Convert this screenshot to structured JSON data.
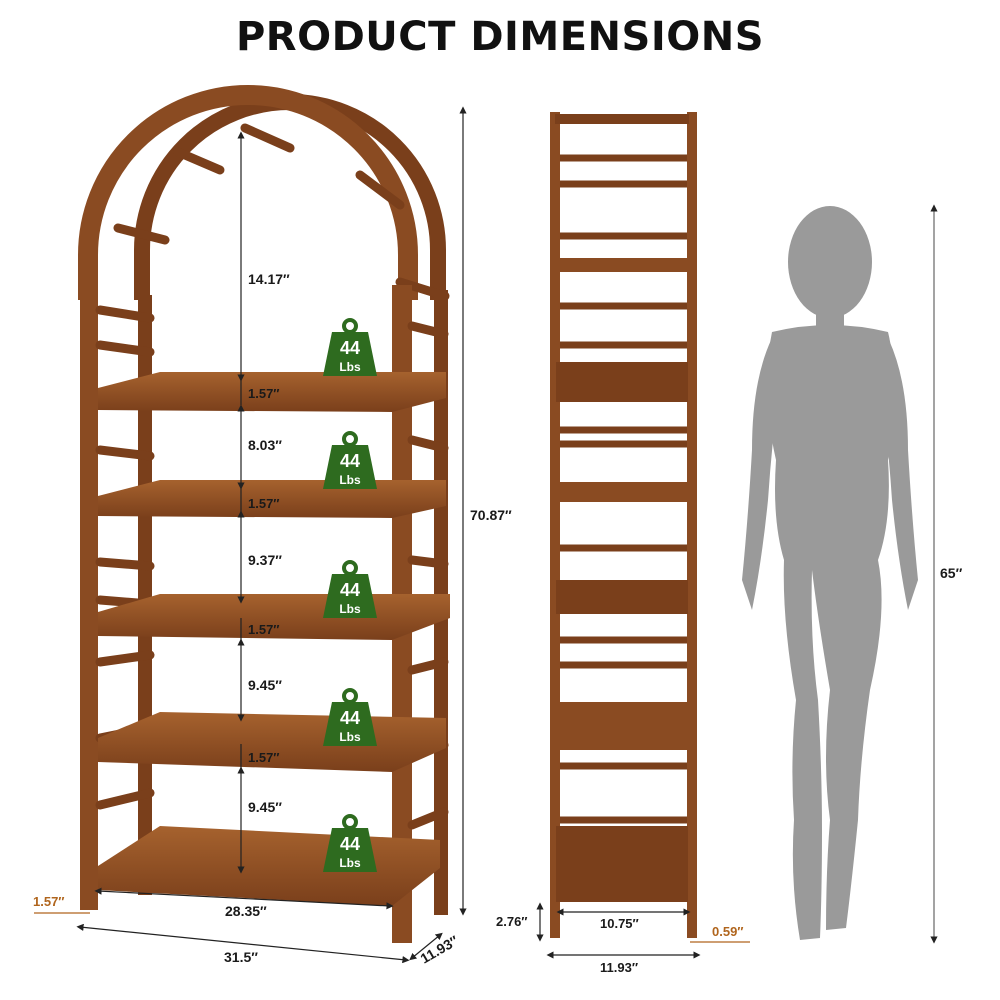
{
  "title": "PRODUCT DIMENSIONS",
  "colors": {
    "wood": "#8a4b22",
    "wood_dark": "#6b3716",
    "wood_light": "#a6622e",
    "badge_green": "#2e6b1f",
    "silhouette": "#9a9a9a",
    "dimension_line": "#222222",
    "accent_orange": "#b0651d"
  },
  "front_view": {
    "gap_labels": [
      "14.17″",
      "8.03″",
      "9.37″",
      "9.45″",
      "9.45″"
    ],
    "shelf_thickness": [
      "1.57″",
      "1.57″",
      "1.57″",
      "1.57″"
    ],
    "total_height": "70.87″",
    "inner_width": "28.35″",
    "outer_width": "31.5″",
    "depth": "11.93″",
    "base_height": "1.57″",
    "load_badges": [
      {
        "value": "44",
        "unit": "Lbs"
      },
      {
        "value": "44",
        "unit": "Lbs"
      },
      {
        "value": "44",
        "unit": "Lbs"
      },
      {
        "value": "44",
        "unit": "Lbs"
      },
      {
        "value": "44",
        "unit": "Lbs"
      }
    ]
  },
  "side_view": {
    "foot_height": "2.76″",
    "inner_depth": "10.75″",
    "post_thickness": "0.59″",
    "total_depth": "11.93″"
  },
  "silhouette": {
    "icon": "woman-silhouette-icon",
    "height_label": "65″"
  }
}
